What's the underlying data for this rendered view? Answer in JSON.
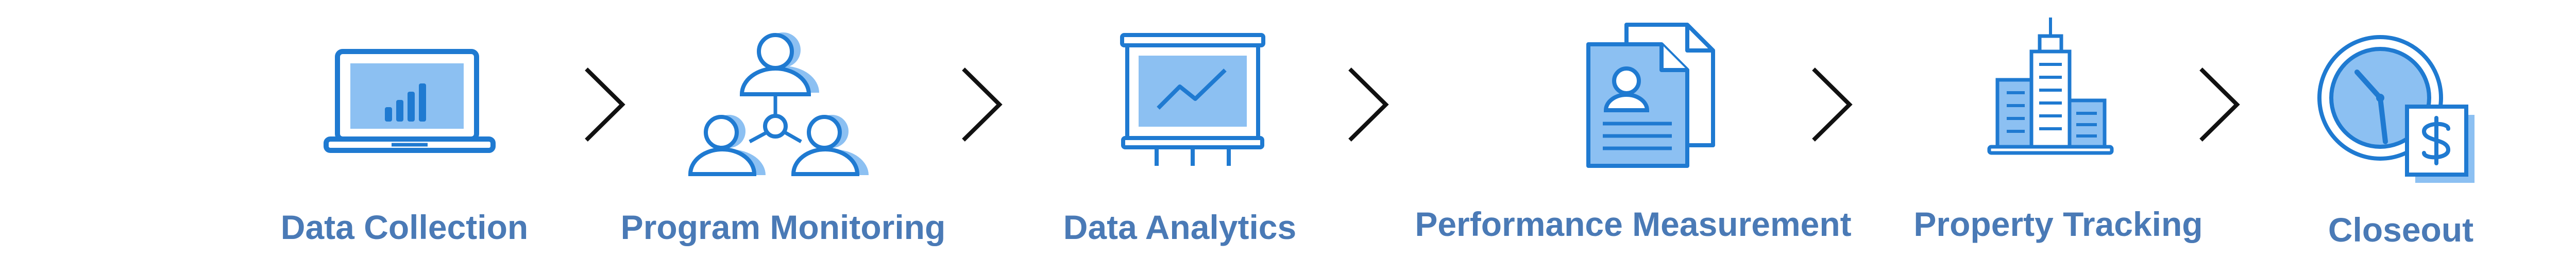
{
  "colors": {
    "accent": "#1f7ad1",
    "accent_light": "#8cc0f2",
    "label": "#4a7ab6",
    "arrow": "#111111"
  },
  "steps": [
    {
      "label": "Data Collection",
      "icon": "laptop-chart-icon"
    },
    {
      "label": "Program Monitoring",
      "icon": "team-network-icon"
    },
    {
      "label": "Data Analytics",
      "icon": "presentation-board-icon"
    },
    {
      "label": "Performance Measurement",
      "icon": "documents-profile-icon"
    },
    {
      "label": "Property Tracking",
      "icon": "buildings-icon"
    },
    {
      "label": "Closeout",
      "icon": "clock-dollar-icon"
    }
  ],
  "connectors": [
    {
      "icon": "chevron-right-icon"
    },
    {
      "icon": "chevron-right-icon"
    },
    {
      "icon": "chevron-right-icon"
    },
    {
      "icon": "chevron-right-icon"
    },
    {
      "icon": "chevron-right-icon"
    }
  ]
}
